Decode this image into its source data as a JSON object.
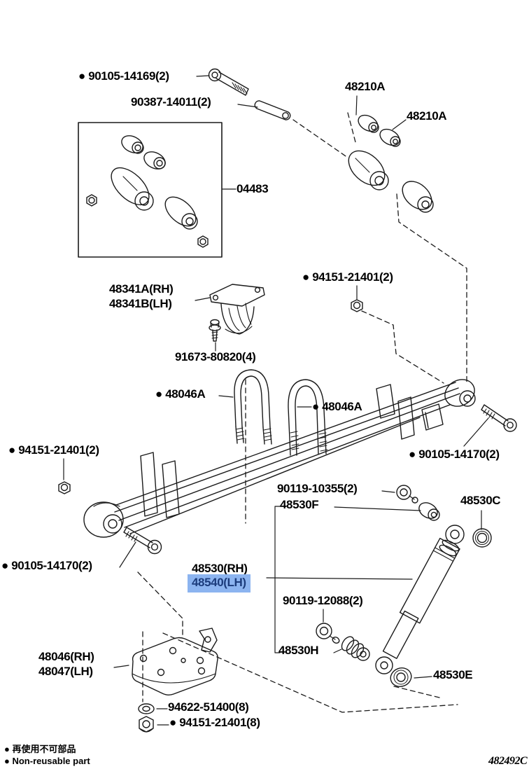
{
  "diagram": {
    "doc_number": "482492C",
    "colors": {
      "hl-bg": "#8cb4f0",
      "hl-fg": "#1c3c7c",
      "line": "#1a1a1a"
    },
    "legend": {
      "jp": "● 再使用不可部品",
      "en": "● Non-reusable part"
    },
    "labels": {
      "bolt_14169": "● 90105-14169(2)",
      "pin_14011": "90387-14011(2)",
      "kit_04483": "04483",
      "bush_48210a_1": "48210A",
      "bush_48210a_2": "48210A",
      "nut_21401_top": "● 94151-21401(2)",
      "bumper_rh": "48341A(RH)",
      "bumper_lh": "48341B(LH)",
      "bolt_80820": "91673-80820(4)",
      "ubolt_left": "● 48046A",
      "ubolt_right": "● 48046A",
      "nut_21401_left": "● 94151-21401(2)",
      "bolt_14170_right": "● 90105-14170(2)",
      "bolt_14170_left": "● 90105-14170(2)",
      "nut_10355": "90119-10355(2)",
      "washer_48530f": "48530F",
      "grommet_48530c": "48530C",
      "shock_rh": "48530(RH)",
      "shock_lh": "48540(LH)",
      "nut_12088": "90119-12088(2)",
      "bush_48530h": "48530H",
      "grommet_48530e": "48530E",
      "plate_rh": "48046(RH)",
      "plate_lh": "48047(LH)",
      "washer_51400": "94622-51400(8)",
      "nut_21401_bottom": "● 94151-21401(8)"
    }
  }
}
